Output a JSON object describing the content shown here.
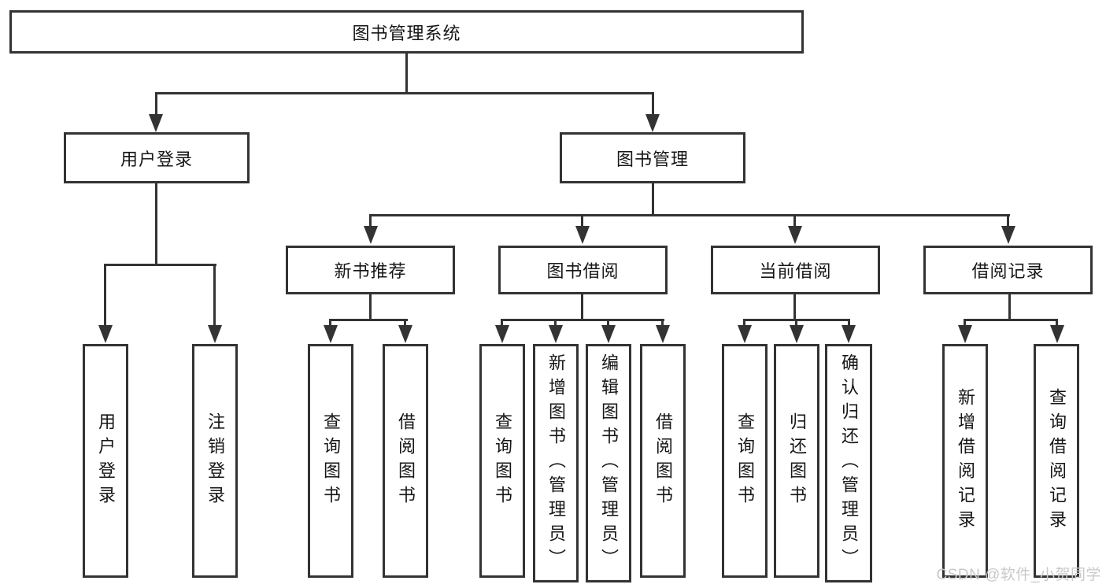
{
  "diagram_title": "图书管理系统",
  "nodes": {
    "root": {
      "label": "图书管理系统"
    },
    "user_login": {
      "label": "用户登录"
    },
    "book_management": {
      "label": "图书管理"
    },
    "new_book_recommend": {
      "label": "新书推荐"
    },
    "book_borrow": {
      "label": "图书借阅"
    },
    "current_borrow": {
      "label": "当前借阅"
    },
    "borrow_record": {
      "label": "借阅记录"
    },
    "leaf_user_login": {
      "label": "用户登录"
    },
    "leaf_logout": {
      "label": "注销登录"
    },
    "leaf_nb_query": {
      "label": "查询图书"
    },
    "leaf_nb_borrow": {
      "label": "借阅图书"
    },
    "leaf_bb_query": {
      "label": "查询图书"
    },
    "leaf_bb_add": {
      "label": "新增图书（管理员）"
    },
    "leaf_bb_edit": {
      "label": "编辑图书（管理员）"
    },
    "leaf_bb_borrow": {
      "label": "借阅图书"
    },
    "leaf_cb_query": {
      "label": "查询图书"
    },
    "leaf_cb_return": {
      "label": "归还图书"
    },
    "leaf_cb_confirm": {
      "label": "确认归还（管理员）"
    },
    "leaf_br_add": {
      "label": "新增借阅记录"
    },
    "leaf_br_query": {
      "label": "查询借阅记录"
    }
  },
  "watermark": {
    "text": "CSDN @软件_小贺同学"
  },
  "colors": {
    "line": "#333333",
    "text": "#161616",
    "background": "#ffffff",
    "watermark": "#c9c9c9"
  }
}
